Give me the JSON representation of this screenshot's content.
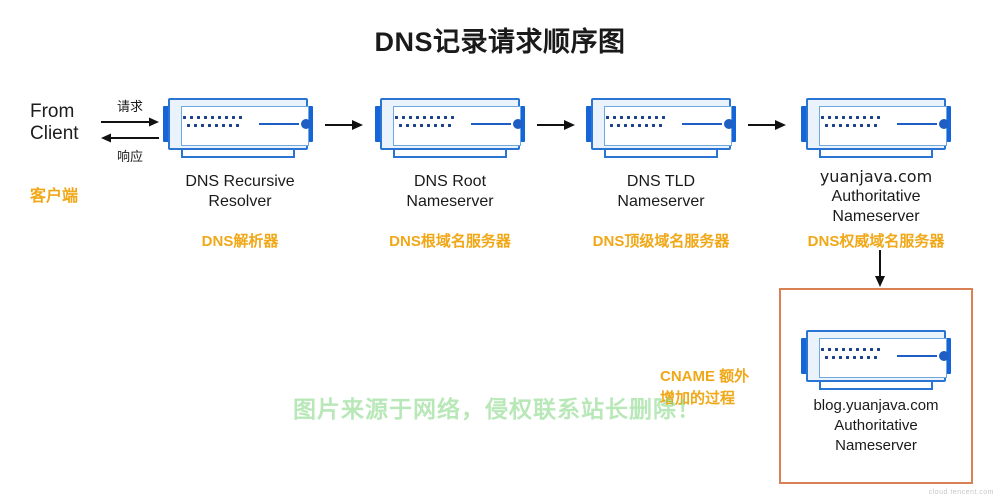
{
  "title": "DNS记录请求顺序图",
  "client": {
    "label_line1": "From",
    "label_line2": "Client",
    "label_cn": "客户端"
  },
  "exchange": {
    "request_label": "请求",
    "response_label": "响应"
  },
  "nodes": [
    {
      "en_line1": "DNS Recursive",
      "en_line2": "Resolver",
      "en_line3": "",
      "cn": "DNS解析器"
    },
    {
      "en_line1": "DNS Root",
      "en_line2": "Nameserver",
      "en_line3": "",
      "cn": "DNS根域名服务器"
    },
    {
      "en_line1": "DNS TLD",
      "en_line2": "Nameserver",
      "en_line3": "",
      "cn": "DNS顶级域名服务器"
    },
    {
      "en_line1": "yuanjava.com",
      "en_line2": "Authoritative",
      "en_line3": "Nameserver",
      "cn": "DNS权威域名服务器"
    }
  ],
  "cname_note": {
    "line1": "CNAME 额外",
    "line2": "增加的过程"
  },
  "highlight_box": {
    "en_line1": "blog.yuanjava.com",
    "en_line2": "Authoritative",
    "en_line3": "Nameserver"
  },
  "watermarks": {
    "main": "图片来源于网络，侵权联系站长删除！",
    "corner": "cloud.tencent.com"
  },
  "colors": {
    "accent_orange": "#f0a818",
    "server_blue": "#1565d8",
    "frame_blue": "#2a74d4",
    "box_border": "#d98055",
    "watermark_green": "#7ed67d"
  }
}
